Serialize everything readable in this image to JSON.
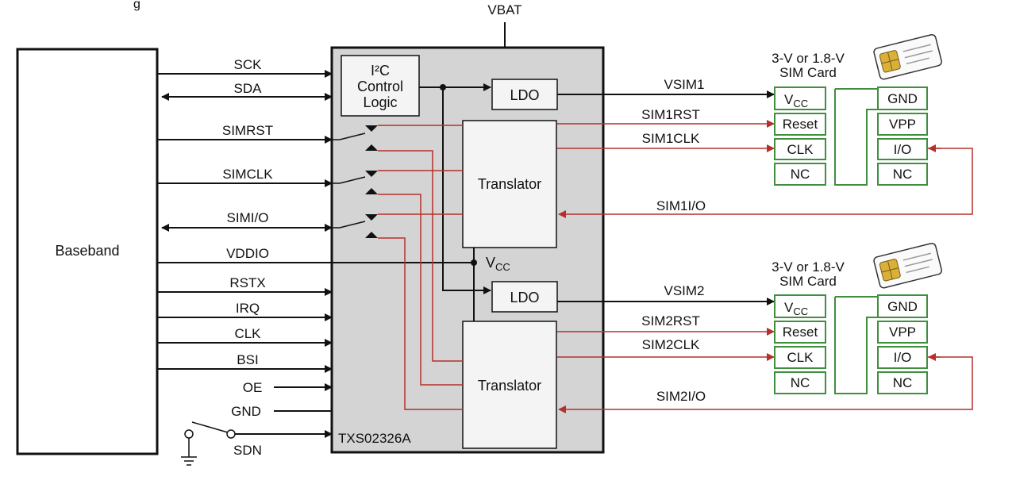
{
  "header_fragment": "g",
  "vbat_label": "VBAT",
  "baseband_label": "Baseband",
  "chip_name": "TXS02326A",
  "i2c_block": {
    "line1": "I²C",
    "line2": "Control",
    "line3": "Logic"
  },
  "ldo_label": "LDO",
  "translator_label": "Translator",
  "vcc_label": {
    "main": "V",
    "sub": "CC"
  },
  "baseband_signals": [
    "SCK",
    "SDA",
    "SIMRST",
    "SIMCLK",
    "SIMI/O",
    "VDDIO",
    "RSTX",
    "IRQ",
    "CLK",
    "BSI",
    "OE",
    "GND",
    "SDN"
  ],
  "sim1": {
    "card_title_line1": "3-V or 1.8-V",
    "card_title_line2": "SIM Card",
    "supply": "VSIM1",
    "reset": "SIM1RST",
    "clock": "SIM1CLK",
    "io": "SIM1I/O"
  },
  "sim2": {
    "card_title_line1": "3-V or 1.8-V",
    "card_title_line2": "SIM Card",
    "supply": "VSIM2",
    "reset": "SIM2RST",
    "clock": "SIM2CLK",
    "io": "SIM2I/O"
  },
  "card_pins_left": {
    "vcc_main": "V",
    "vcc_sub": "CC",
    "reset": "Reset",
    "clk": "CLK",
    "nc": "NC"
  },
  "card_pins_right": {
    "gnd": "GND",
    "vpp": "VPP",
    "io": "I/O",
    "nc": "NC"
  },
  "colors": {
    "signal_red": "#b5302a",
    "chip_fill": "#d4d4d4",
    "block_fill": "#f4f4f4",
    "green_outline": "#3f8f3f",
    "wire": "#111111"
  }
}
